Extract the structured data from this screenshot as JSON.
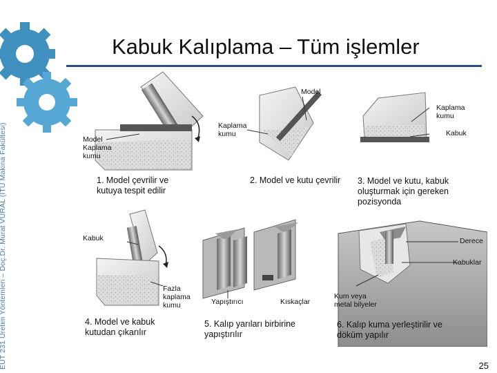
{
  "slide": {
    "title": "Kabuk Kalıplama – Tüm işlemler",
    "side_caption": "EUT 231 Üretim Yöntemleri – Doç.Dr. Murat VURAL (İTÜ Makina Fakültesi)",
    "page_number": "25"
  },
  "colors": {
    "accent_rule": "#2c4e8a",
    "gear": "#3f8fbf",
    "caption_text": "#4a7fa8"
  },
  "figure": {
    "labels": {
      "model_coating_sand": [
        "Model",
        "Kaplama",
        "kumu"
      ],
      "coating_sand": [
        "Kaplama",
        "kumu"
      ],
      "model": "Model",
      "coating_sand_right": [
        "Kaplama",
        "kumu"
      ],
      "shell": "Kabuk",
      "shell_left": "Kabuk",
      "excess_coating_sand": [
        "Fazla",
        "kaplama",
        "kumu"
      ],
      "adhesive": "Yapıştırıcı",
      "clamps": "Kıskaçlar",
      "flask": "Derece",
      "shells": "Kabuklar",
      "sand_or_metal_balls": [
        "Kum veya",
        "metal bilyeler"
      ]
    },
    "steps": [
      [
        "1. Model çevrilir ve",
        "kutuya tespit edilir"
      ],
      [
        "2. Model ve kutu çevrilir"
      ],
      [
        "3. Model ve kutu, kabuk",
        "oluşturmak için gereken",
        "pozisyonda"
      ],
      [
        "4. Model ve kabuk",
        "kutudan çıkarılır"
      ],
      [
        "5. Kalıp yarıları birbirine",
        "yapıştırılır"
      ],
      [
        "6. Kalıp kuma yerleştirilir ve",
        "döküm yapılır"
      ]
    ]
  }
}
